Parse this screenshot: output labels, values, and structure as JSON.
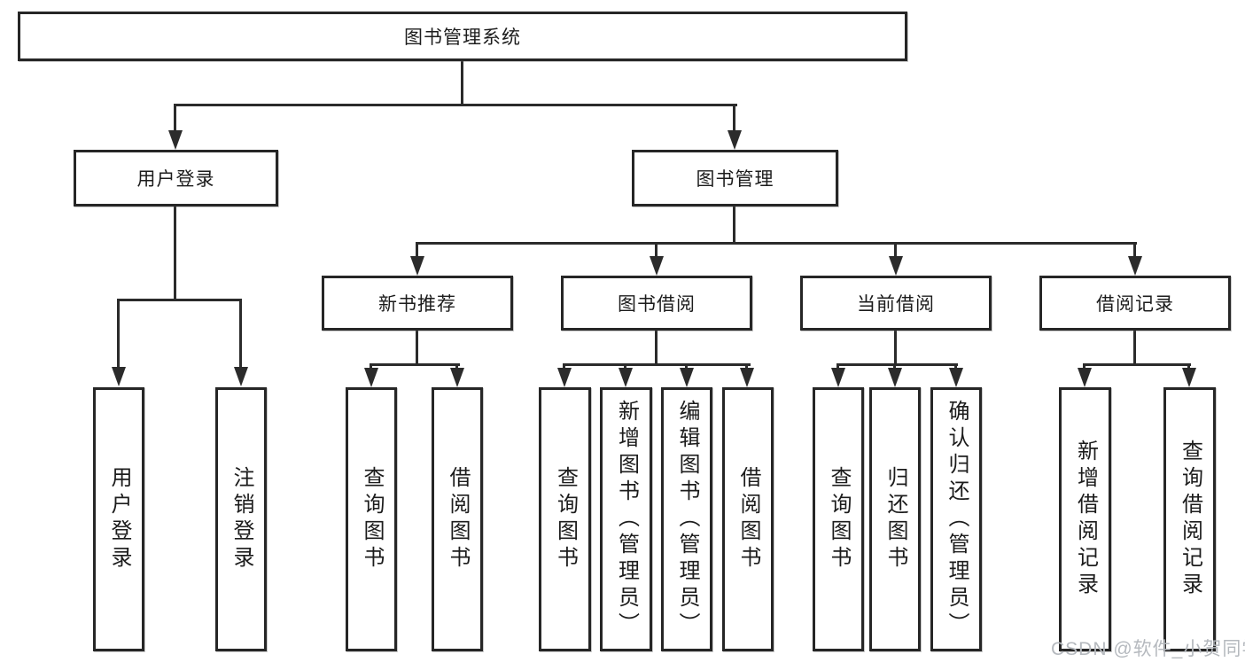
{
  "diagram": {
    "watermark": "CSDN @软件_小贺同学",
    "colors": {
      "line": "#2b2b2b",
      "box_border": "#262626",
      "text": "#1c1c1c",
      "watermark": "#b5b9be",
      "background": "#ffffff"
    },
    "tree": {
      "label": "图书管理系统",
      "children": [
        {
          "label": "用户登录",
          "children": [
            {
              "label": "用户登录"
            },
            {
              "label": "注销登录"
            }
          ]
        },
        {
          "label": "图书管理",
          "children": [
            {
              "label": "新书推荐",
              "children": [
                {
                  "label": "查询图书"
                },
                {
                  "label": "借阅图书"
                }
              ]
            },
            {
              "label": "图书借阅",
              "children": [
                {
                  "label": "查询图书"
                },
                {
                  "label": "新增图书（管理员）"
                },
                {
                  "label": "编辑图书（管理员）"
                },
                {
                  "label": "借阅图书"
                }
              ]
            },
            {
              "label": "当前借阅",
              "children": [
                {
                  "label": "查询图书"
                },
                {
                  "label": "归还图书"
                },
                {
                  "label": "确认归还（管理员）"
                }
              ]
            },
            {
              "label": "借阅记录",
              "children": [
                {
                  "label": "新增借阅记录"
                },
                {
                  "label": "查询借阅记录"
                }
              ]
            }
          ]
        }
      ]
    }
  }
}
